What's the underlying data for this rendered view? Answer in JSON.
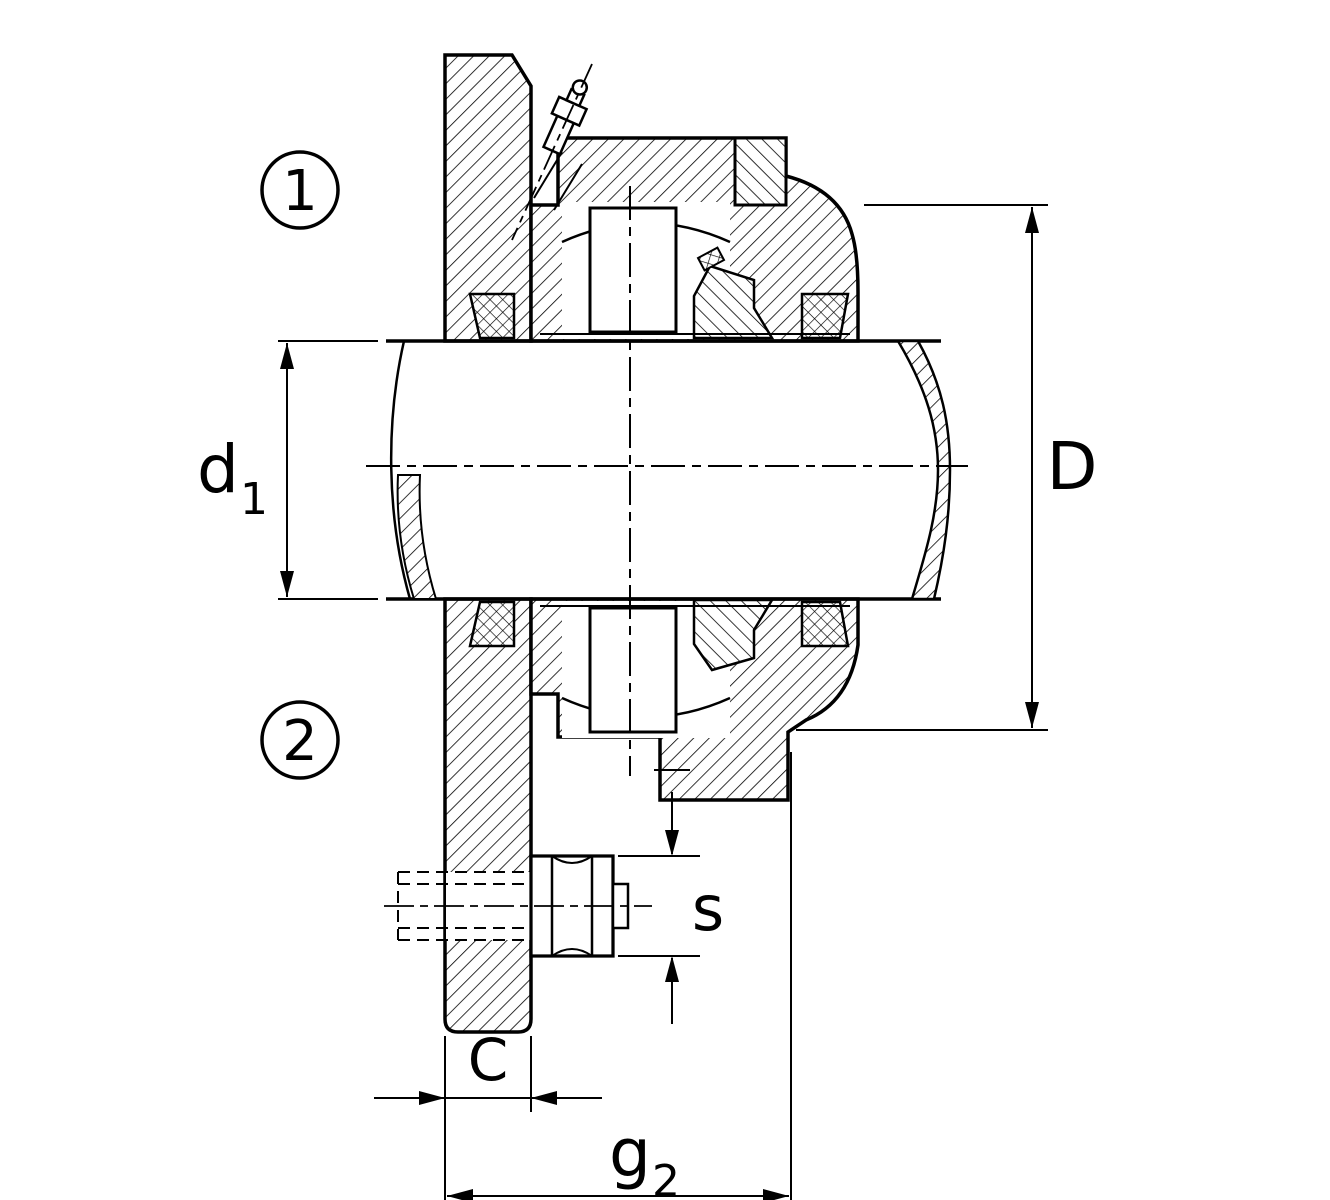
{
  "drawing": {
    "title": "flanged-bearing-unit-section",
    "background": "#ffffff",
    "line_color": "#000000",
    "callouts": [
      {
        "label": "1"
      },
      {
        "label": "2"
      }
    ],
    "dimensions": {
      "d1": {
        "base": "d",
        "sub": "1"
      },
      "D": {
        "base": "D",
        "sub": ""
      },
      "s": {
        "base": "s",
        "sub": ""
      },
      "C": {
        "base": "C",
        "sub": ""
      },
      "g2": {
        "base": "g",
        "sub": "2"
      }
    }
  }
}
